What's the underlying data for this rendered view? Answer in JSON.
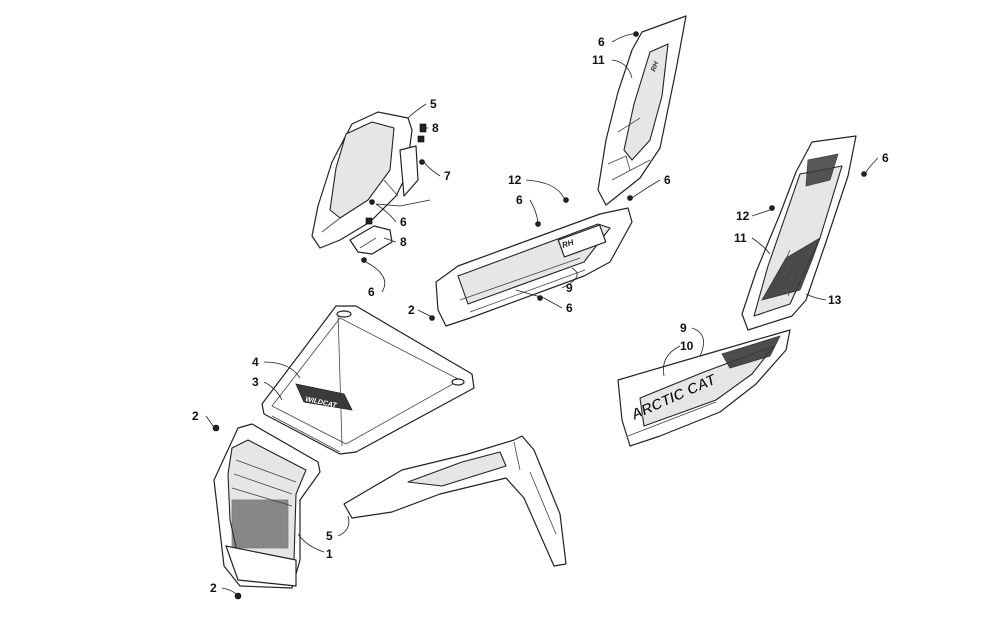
{
  "diagram": {
    "callouts": [
      {
        "id": "c-6-top",
        "label": "6"
      },
      {
        "id": "c-11-top",
        "label": "11"
      },
      {
        "id": "c-5-top",
        "label": "5"
      },
      {
        "id": "c-8-top",
        "label": "8"
      },
      {
        "id": "c-7",
        "label": "7"
      },
      {
        "id": "c-12-mid",
        "label": "12"
      },
      {
        "id": "c-6-mid-right",
        "label": "6"
      },
      {
        "id": "c-6-mid",
        "label": "6"
      },
      {
        "id": "c-6-left-upper",
        "label": "6"
      },
      {
        "id": "c-8-lower",
        "label": "8"
      },
      {
        "id": "c-6-left-lower",
        "label": "6"
      },
      {
        "id": "c-9-mid",
        "label": "9"
      },
      {
        "id": "c-2-mid",
        "label": "2"
      },
      {
        "id": "c-6-bottom-mid",
        "label": "6"
      },
      {
        "id": "c-6-right",
        "label": "6"
      },
      {
        "id": "c-12-right",
        "label": "12"
      },
      {
        "id": "c-11-right",
        "label": "11"
      },
      {
        "id": "c-13",
        "label": "13"
      },
      {
        "id": "c-9-right",
        "label": "9"
      },
      {
        "id": "c-10",
        "label": "10"
      },
      {
        "id": "c-4",
        "label": "4"
      },
      {
        "id": "c-3",
        "label": "3"
      },
      {
        "id": "c-2-left",
        "label": "2"
      },
      {
        "id": "c-5-bottom",
        "label": "5"
      },
      {
        "id": "c-1",
        "label": "1"
      },
      {
        "id": "c-2-bottom",
        "label": "2"
      }
    ],
    "decals": {
      "rh_mark": "RH",
      "brand_logo": "ARCTIC CAT",
      "hood_badge": "WILDCAT"
    }
  }
}
